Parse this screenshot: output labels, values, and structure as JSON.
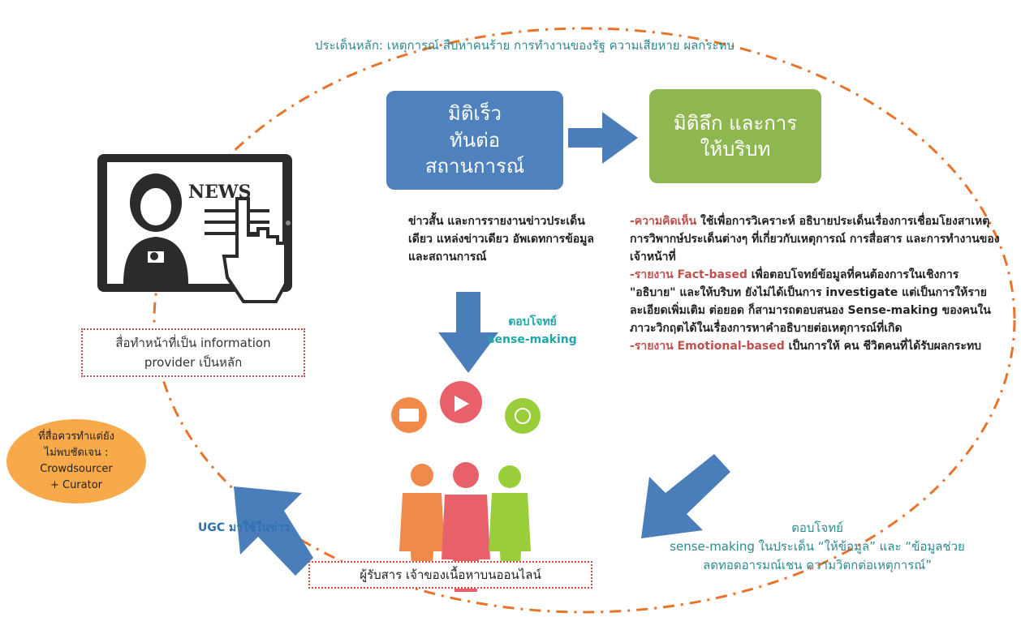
{
  "title": "ประเด็นหลัก: เหตุการณ์ สืบหาคนร้าย การทำงานของรัฐ ความเสียหาย ผลกระทบ",
  "box_fast": {
    "line1": "มิติเร็ว",
    "line2": "ทันต่อ",
    "line3": "สถานการณ์"
  },
  "box_deep": {
    "line1": "มิติลึก และการ",
    "line2": "ให้บริบท"
  },
  "left_text": "ข่าวสั้น และการรายงานข่าวประเด็นเดียว แหล่งข่าวเดียว อัพเดทการข้อมูลและสถานการณ์",
  "sense_label": {
    "line1": "ตอบโจทย์",
    "line2": "sense-making"
  },
  "right_text": {
    "p1_hl": "-ความคิดเห็น",
    "p1": " ใช้เพื่อการวิเคราะห์ อธิบายประเด็นเรื่องการเชื่อมโยงสาเหตุการวิพากษ์ประเด็นต่างๆ ที่เกี่ยวกับเหตุการณ์ การสื่อสาร และการทำงานของเจ้าหน้าที่",
    "p2_hl": "-รายงาน Fact-based",
    "p2": " เพื่อตอบโจทย์ข้อมูลที่คนต้องการในเชิงการ \"อธิบาย\" และให้บริบท ยังไม่ได้เป็นการ investigate แต่เป็นการให้รายละเอียดเพิ่มเติม ต่อยอด ก็สามารถตอบสนอง Sense-making ของคนในภาวะวิกฤตได้ในเรื่องการหาคำอธิบายต่อเหตุการณ์ที่เกิด",
    "p3_hl": "-รายงาน Emotional-based",
    "p3": " เป็นการให้ คน ชีวิตคนที่ได้รับผลกระทบ"
  },
  "media_box": {
    "line1": "สื่อทำหน้าที่เป็น information",
    "line2": "provider เป็นหลัก"
  },
  "oval": {
    "line1": "ที่สื่อควรทำแต่ยัง",
    "line2": "ไม่พบชัดเจน :",
    "line3": "Crowdsourcer",
    "line4": "+ Curator"
  },
  "ugc_label": "UGC มาใช้ในข่าว",
  "receiver_box": "ผู้รับสาร เจ้าของเนื้อหาบนออนไลน์",
  "bottom_right": {
    "line1": "ตอบโจทย์",
    "line2": "sense-making ในประเด็น “ให้ข้อมูล” และ “ข้อมูลช่วย",
    "line3": "ลดทอดอารมณ์เชน ความวิตกต่อเหตุการณ์”"
  },
  "tablet_news": "NEWS",
  "colors": {
    "ring": "#e8742a",
    "arrow": "#4a7ebb",
    "box_blue": "#4f81bd",
    "box_green": "#8fb74f",
    "highlight": "#c0504d",
    "teal": "#2e8a8f",
    "person_orange": "#f08a4b",
    "person_pink": "#e8606a",
    "person_green": "#9acd3a"
  }
}
